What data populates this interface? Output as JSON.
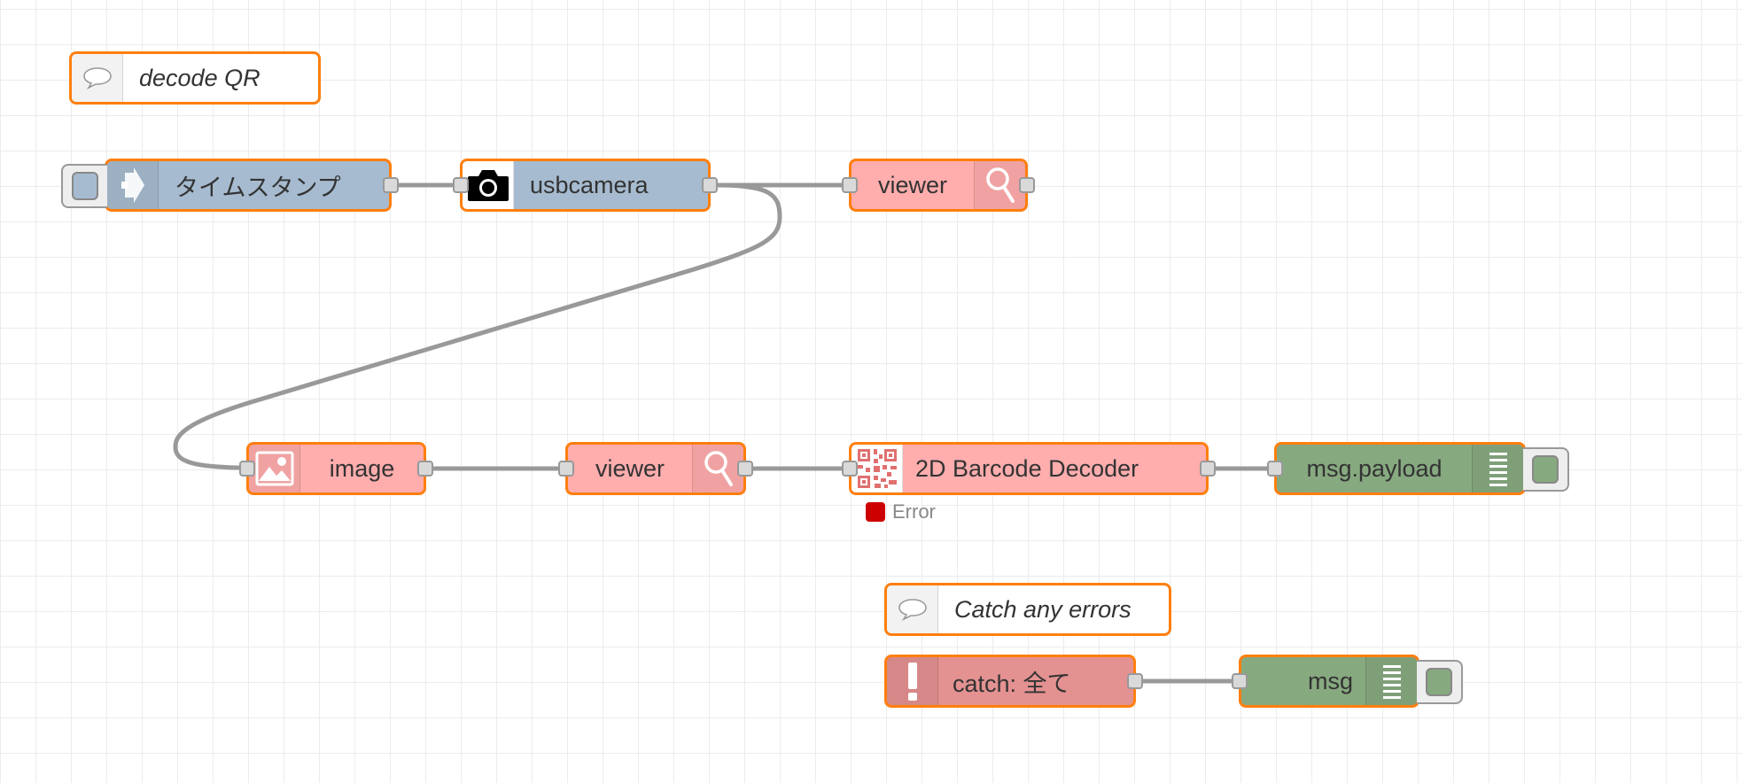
{
  "comments": {
    "decode_qr": "decode QR",
    "catch_errors": "Catch any errors"
  },
  "nodes": {
    "inject": {
      "label": "タイムスタンプ",
      "color": "#a6bbcf"
    },
    "usbcamera": {
      "label": "usbcamera",
      "color": "#a6bbcf"
    },
    "viewer_top": {
      "label": "viewer",
      "color": "#ffadad"
    },
    "image": {
      "label": "image",
      "color": "#ffadad"
    },
    "viewer_mid": {
      "label": "viewer",
      "color": "#ffadad"
    },
    "barcode": {
      "label": "2D Barcode Decoder",
      "color": "#ffadad"
    },
    "msg_payload": {
      "label": "msg.payload",
      "color": "#87a980"
    },
    "catch": {
      "label": "catch: 全て",
      "color": "#e49191"
    },
    "msg": {
      "label": "msg",
      "color": "#87a980"
    }
  },
  "status": {
    "barcode": "Error"
  },
  "colors": {
    "selected_border": "#ff7f0e",
    "wire": "#999999",
    "error": "#cc0000"
  }
}
